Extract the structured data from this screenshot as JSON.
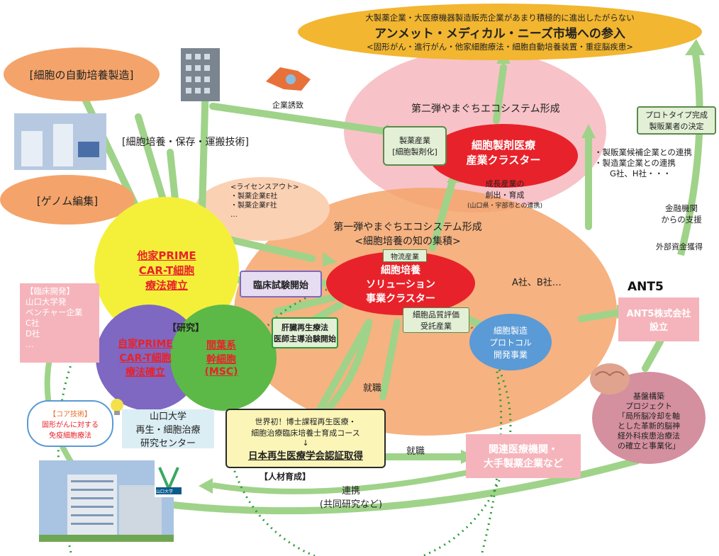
{
  "top_goal": {
    "line1": "大製薬企業・大医療機器製造販売企業があまり積極的に進出したがらない",
    "line2": "アンメット・メディカル・ニーズ市場への参入",
    "line3": "<固形がん・進行がん・他家細胞療法・細胞自動培養装置・重症脳疾患>"
  },
  "tech_auto_culture": "[細胞の自動培養製造]",
  "tech_storage": "[細胞培養・保存・運搬技術]",
  "tech_genome": "[ゲノム編集]",
  "company_invite": "企業誘致",
  "license_out": {
    "title": "<ライセンスアウト>",
    "items": [
      "・製薬企業E社",
      "・製薬企業F社",
      "…"
    ]
  },
  "ecosystem2": {
    "title": "第二弾やまぐちエコシステム形成"
  },
  "manufacturing": {
    "line1": "製薬産業",
    "line2": "[細胞製剤化]"
  },
  "cluster2": {
    "line1": "細胞製剤医療",
    "line2": "産業クラスター"
  },
  "growth": {
    "line1": "成長産業の",
    "line2": "創出・育成",
    "line3": "(山口県・宇部市との連携)"
  },
  "prototype": {
    "line1": "プロトタイプ完成",
    "line2": "製販業者の決定"
  },
  "partners_right": {
    "line1": "・製販業候補企業との連携",
    "line2": "・製造業企業との連携",
    "line3": "G社、H社・・・"
  },
  "finance": {
    "line1": "金融機関",
    "line2": "からの支援",
    "line3": "外部資金獲得"
  },
  "ecosystem1": {
    "line1": "第一弾やまぐちエコシステム形成",
    "line2": "<細胞培養の知の集積>"
  },
  "logistics": "物流産業",
  "cluster1": {
    "line1": "細胞培養",
    "line2": "ソリューション",
    "line3": "事業クラスター"
  },
  "quality": {
    "line1": "細胞品質評価",
    "line2": "受託産業"
  },
  "companies_ab": "A社、B社…",
  "ant5": {
    "logo": "ANT5",
    "box_line1": "ANT5株式会社",
    "box_line2": "設立"
  },
  "protocol": {
    "line1": "細胞製造",
    "line2": "プロトコル",
    "line3": "開発事業"
  },
  "allogeneic": {
    "line1": "他家PRIME",
    "line2": "CAR-T細胞",
    "line3": "療法確立"
  },
  "autologous": {
    "line1": "自家PRIME",
    "line2": "CAR-T細胞",
    "line3": "療法確立"
  },
  "msc": {
    "line1": "間葉系",
    "line2": "幹細胞",
    "line3": "(MSC)"
  },
  "research_label": "【研究】",
  "clinical_trial_start": "臨床試験開始",
  "liver": {
    "line1": "肝臓再生療法",
    "line2": "医師主導治験開始"
  },
  "clinical_dev": {
    "title": "【臨床開発】",
    "items": [
      "山口大学発",
      "ベンチャー企業",
      "C社",
      "D社",
      "…"
    ]
  },
  "core_tech": {
    "title": "【コア技術】",
    "line1": "固形がんに対する",
    "line2": "免疫細胞療法"
  },
  "center": {
    "line1": "山口大学",
    "line2": "再生・細胞治療",
    "line3": "研究センター"
  },
  "education": {
    "line1": "世界初！博士課程再生医療・",
    "line2": "細胞治療臨床培養士育成コース",
    "arrow": "↓",
    "line3": "日本再生医療学会認証取得"
  },
  "hr_label": "【人材育成】",
  "employment1": "就職",
  "employment2": "就職",
  "medical_inst": {
    "line1": "関連医療機関・",
    "line2": "大手製薬企業など"
  },
  "collab": {
    "line1": "連携",
    "line2": "(共同研究など)"
  },
  "brain": {
    "line1": "基盤構築",
    "line2": "プロジェクト",
    "line3": "「局所脳冷却を軸",
    "line4": "とした革新的脳神",
    "line5": "経外科疾患治療法",
    "line6": "の確立と事業化」"
  },
  "univ_logo_text": "山口大学",
  "colors": {
    "orange": "#f4a46a",
    "orange_light": "#fbd1b4",
    "pink": "#f7c3c8",
    "red": "#e8222a",
    "green_arrow": "#9fd389",
    "yellow": "#f4f03a",
    "purple": "#7e68c2",
    "green": "#5cb947",
    "blue": "#5a9ad6",
    "goal": "#f2b630",
    "maroon": "#c24a7a"
  }
}
